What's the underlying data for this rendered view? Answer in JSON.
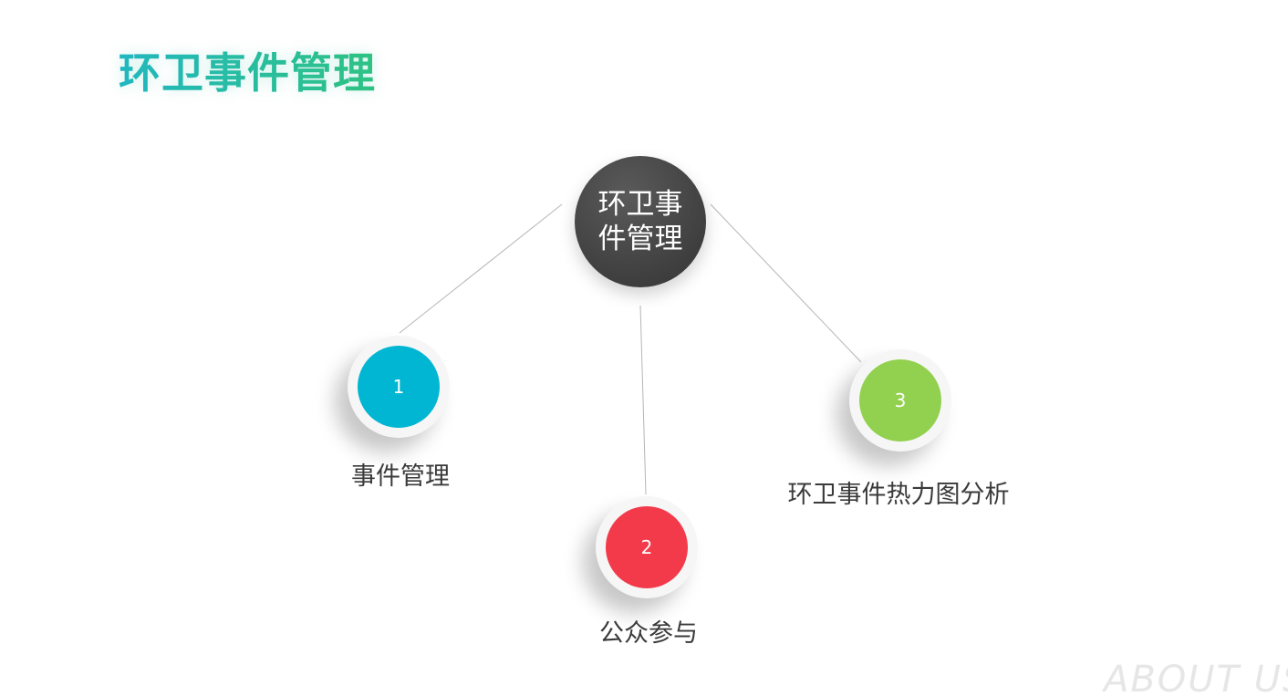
{
  "header": {
    "title": "环卫事件管理"
  },
  "hub": {
    "label": "环卫事件管理",
    "color": "#444444"
  },
  "nodes": [
    {
      "number": "1",
      "label": "事件管理",
      "color": "#00b6d2"
    },
    {
      "number": "2",
      "label": "公众参与",
      "color": "#f23a4a"
    },
    {
      "number": "3",
      "label": "环卫事件热力图分析",
      "color": "#92d14f"
    }
  ],
  "watermark": {
    "text": "ABOUT US"
  }
}
